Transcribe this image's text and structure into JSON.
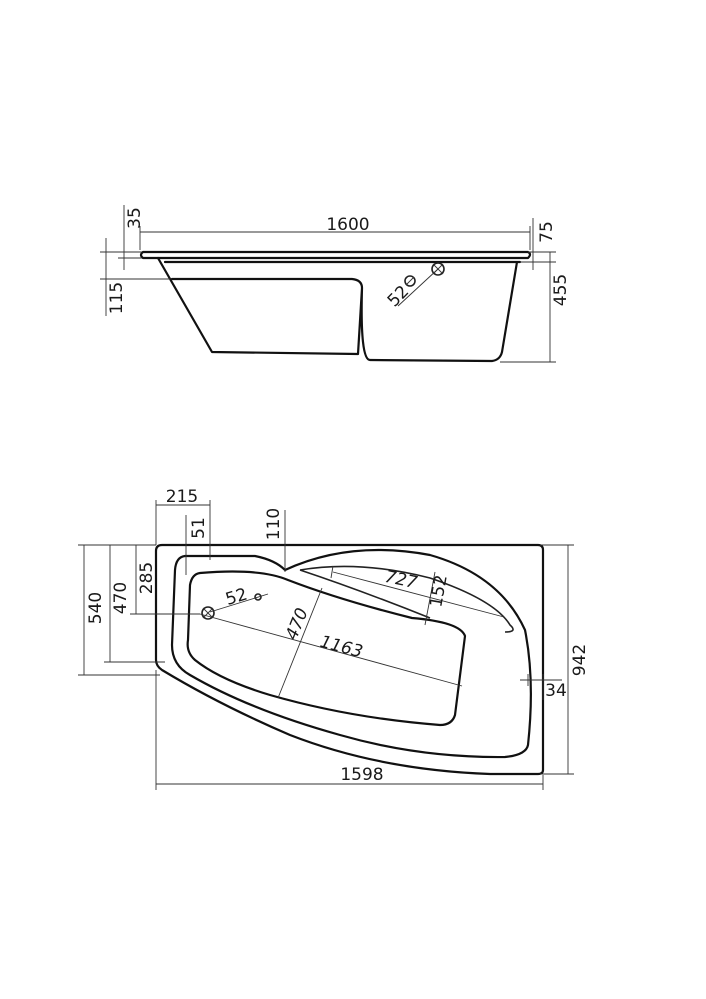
{
  "side_view": {
    "dims": {
      "rim_height": "35",
      "length": "1600",
      "rim_right": "75",
      "step": "115",
      "height": "455",
      "overflow_diameter": "52"
    }
  },
  "top_view": {
    "dims": {
      "offset_left": "215",
      "overflow_offset": "51",
      "headrest_offset": "110",
      "headrest_length": "727",
      "headrest_width": "152",
      "total_depth_left": "540",
      "inner_depth_left": "470",
      "overflow_depth": "285",
      "drain_diameter": "52",
      "inner_width_diag": "470",
      "inner_length_diag": "1163",
      "rim_right": "34",
      "total_width": "942",
      "total_length": "1598"
    }
  }
}
